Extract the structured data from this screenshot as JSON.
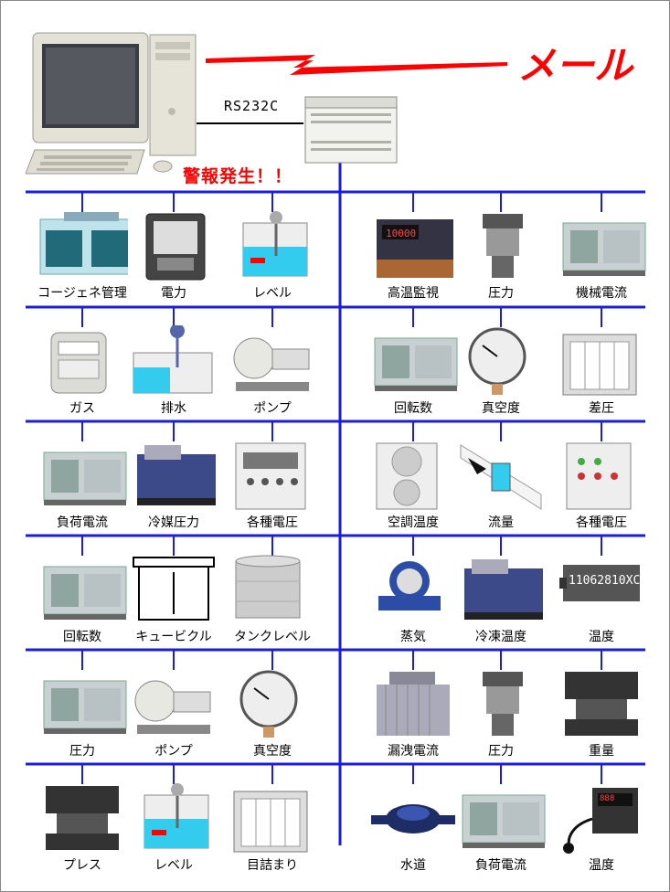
{
  "header": {
    "mail_label": "メール",
    "rs_label": "RS232C",
    "alarm_label": "警報発生！！"
  },
  "colors": {
    "bus": "#1c1cdc",
    "alert": "#ff0000",
    "water": "#33ccee"
  },
  "rows": [
    {
      "left": [
        {
          "name": "cogeneration",
          "label": "コージェネ管理",
          "icon": "panel-icon"
        },
        {
          "name": "power",
          "label": "電力",
          "icon": "meter-icon"
        },
        {
          "name": "level",
          "label": "レベル",
          "icon": "tank-icon"
        }
      ],
      "right": [
        {
          "name": "high-temp",
          "label": "高温監視",
          "icon": "controller-icon"
        },
        {
          "name": "pressure",
          "label": "圧力",
          "icon": "sensor-icon"
        },
        {
          "name": "machine-current",
          "label": "機械電流",
          "icon": "machine-icon"
        }
      ]
    },
    {
      "left": [
        {
          "name": "gas",
          "label": "ガス",
          "icon": "gas-meter-icon"
        },
        {
          "name": "drainage",
          "label": "排水",
          "icon": "drain-icon"
        },
        {
          "name": "pump",
          "label": "ポンプ",
          "icon": "pump-icon"
        }
      ],
      "right": [
        {
          "name": "rotation",
          "label": "回転数",
          "icon": "machine-icon"
        },
        {
          "name": "vacuum",
          "label": "真空度",
          "icon": "gauge-icon"
        },
        {
          "name": "differential-pressure",
          "label": "差圧",
          "icon": "filter-icon"
        }
      ]
    },
    {
      "left": [
        {
          "name": "load-current",
          "label": "負荷電流",
          "icon": "machine-icon"
        },
        {
          "name": "refrigerant-pressure",
          "label": "冷媒圧力",
          "icon": "compressor-icon"
        },
        {
          "name": "voltage",
          "label": "各種電圧",
          "icon": "switchboard-icon"
        }
      ],
      "right": [
        {
          "name": "ac-temp",
          "label": "空調温度",
          "icon": "aircon-icon"
        },
        {
          "name": "flow",
          "label": "流量",
          "icon": "flow-icon"
        },
        {
          "name": "voltage-2",
          "label": "各種電圧",
          "icon": "cabinet-icon"
        }
      ]
    },
    {
      "left": [
        {
          "name": "rotation-2",
          "label": "回転数",
          "icon": "machine-icon"
        },
        {
          "name": "cubicle",
          "label": "キュービクル",
          "icon": "cubicle-icon"
        },
        {
          "name": "tank-level",
          "label": "タンクレベル",
          "icon": "drum-icon"
        }
      ],
      "right": [
        {
          "name": "steam",
          "label": "蒸気",
          "icon": "steam-meter-icon"
        },
        {
          "name": "freezer-temp",
          "label": "冷凍温度",
          "icon": "compressor-icon"
        },
        {
          "name": "temperature",
          "label": "温度",
          "icon": "temp-module-icon",
          "display": "11062810XC"
        }
      ]
    },
    {
      "left": [
        {
          "name": "pressure-2",
          "label": "圧力",
          "icon": "machine-icon"
        },
        {
          "name": "pump-2",
          "label": "ポンプ",
          "icon": "pump-icon"
        },
        {
          "name": "vacuum-2",
          "label": "真空度",
          "icon": "gauge-icon"
        }
      ],
      "right": [
        {
          "name": "leak-current",
          "label": "漏洩電流",
          "icon": "transformer-icon"
        },
        {
          "name": "pressure-3",
          "label": "圧力",
          "icon": "sensor-icon"
        },
        {
          "name": "weight",
          "label": "重量",
          "icon": "press-icon"
        }
      ]
    },
    {
      "left": [
        {
          "name": "press",
          "label": "プレス",
          "icon": "press-icon"
        },
        {
          "name": "level-2",
          "label": "レベル",
          "icon": "tank-icon"
        },
        {
          "name": "clogging",
          "label": "目詰まり",
          "icon": "filter-icon"
        }
      ],
      "right": [
        {
          "name": "water",
          "label": "水道",
          "icon": "water-meter-icon"
        },
        {
          "name": "load-current-2",
          "label": "負荷電流",
          "icon": "machine-icon"
        },
        {
          "name": "temperature-2",
          "label": "温度",
          "icon": "controller-small-icon",
          "display": "888"
        }
      ]
    }
  ]
}
